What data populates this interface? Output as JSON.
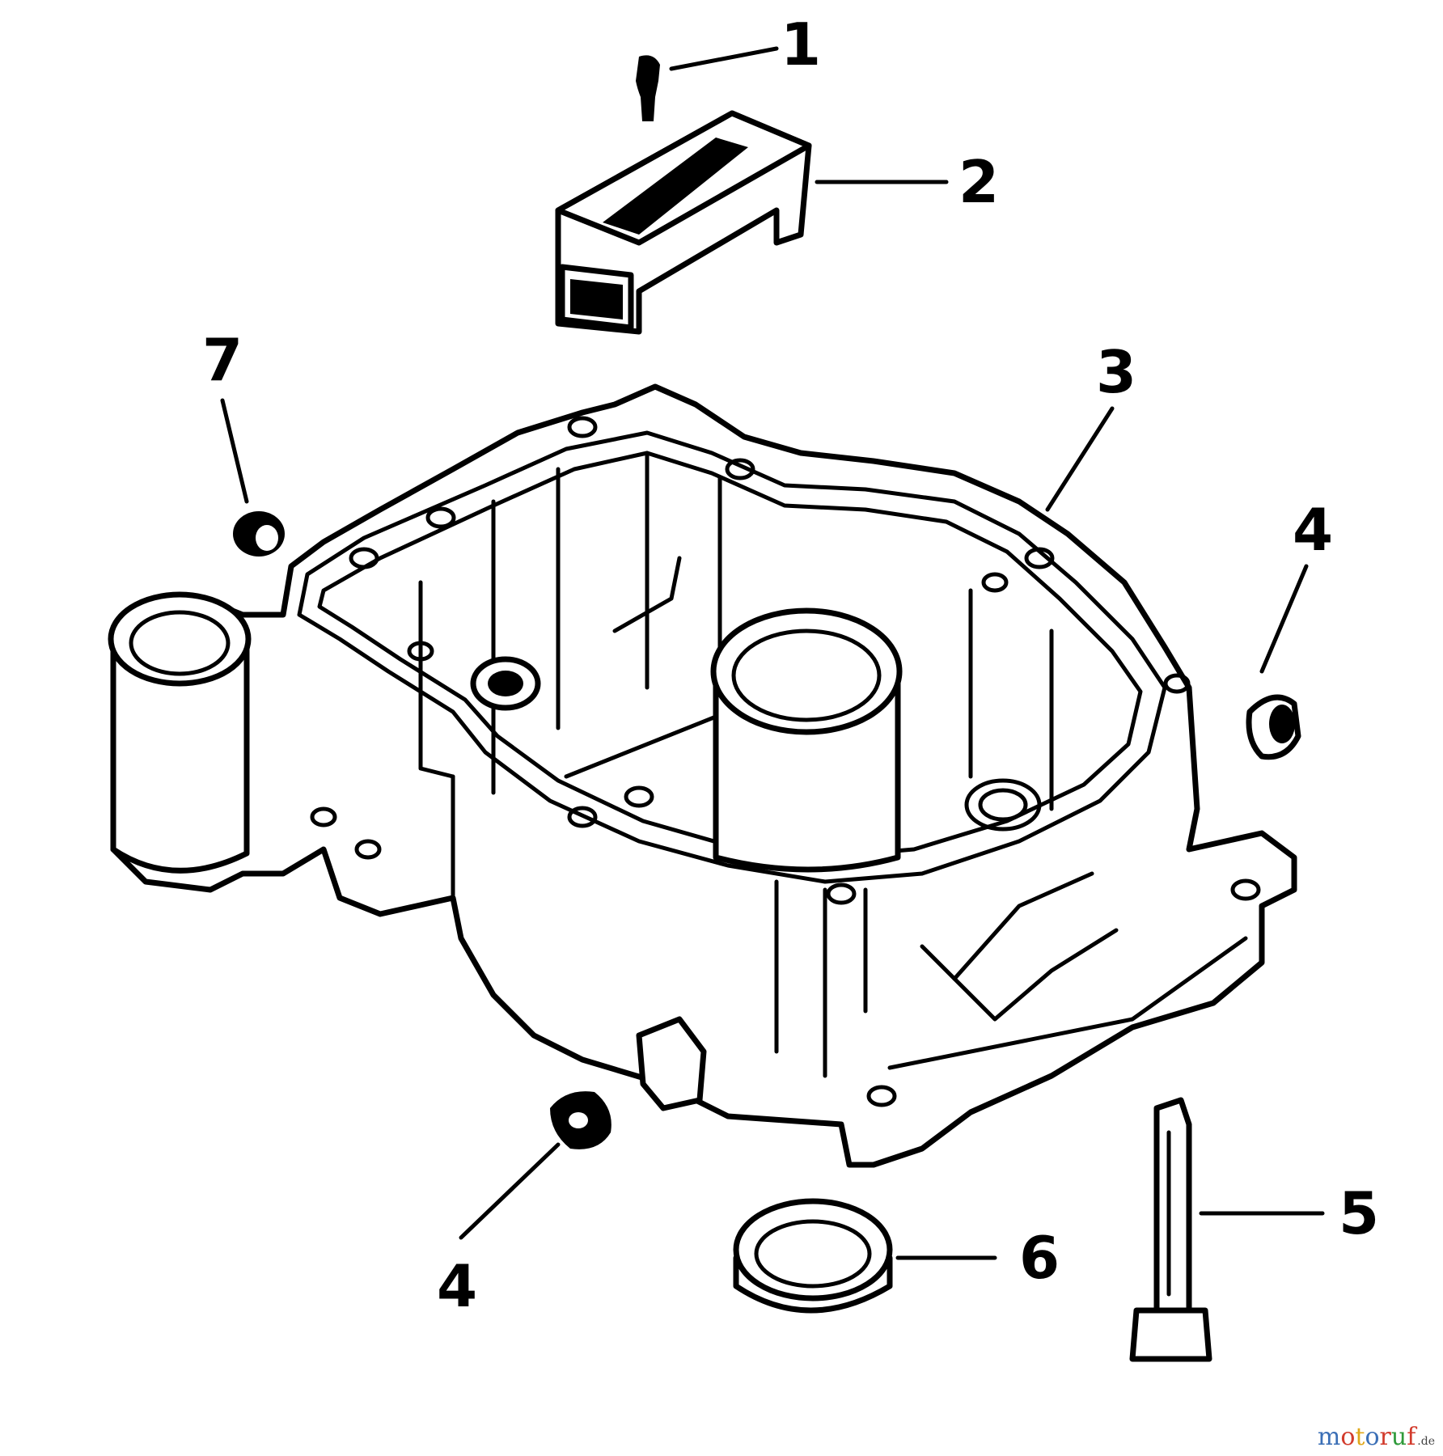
{
  "diagram": {
    "callouts": [
      {
        "id": "1",
        "label": "1"
      },
      {
        "id": "2",
        "label": "2"
      },
      {
        "id": "3",
        "label": "3"
      },
      {
        "id": "4a",
        "label": "4"
      },
      {
        "id": "4b",
        "label": "4"
      },
      {
        "id": "5",
        "label": "5"
      },
      {
        "id": "6",
        "label": "6"
      },
      {
        "id": "7",
        "label": "7"
      }
    ]
  },
  "watermark": {
    "text": "motoruf",
    "suffix": ".de",
    "letter_colors": [
      "#3b6fb6",
      "#d23b2c",
      "#e0a81b",
      "#3b6fb6",
      "#d23b2c",
      "#2f9a3a",
      "#d23b2c"
    ]
  }
}
